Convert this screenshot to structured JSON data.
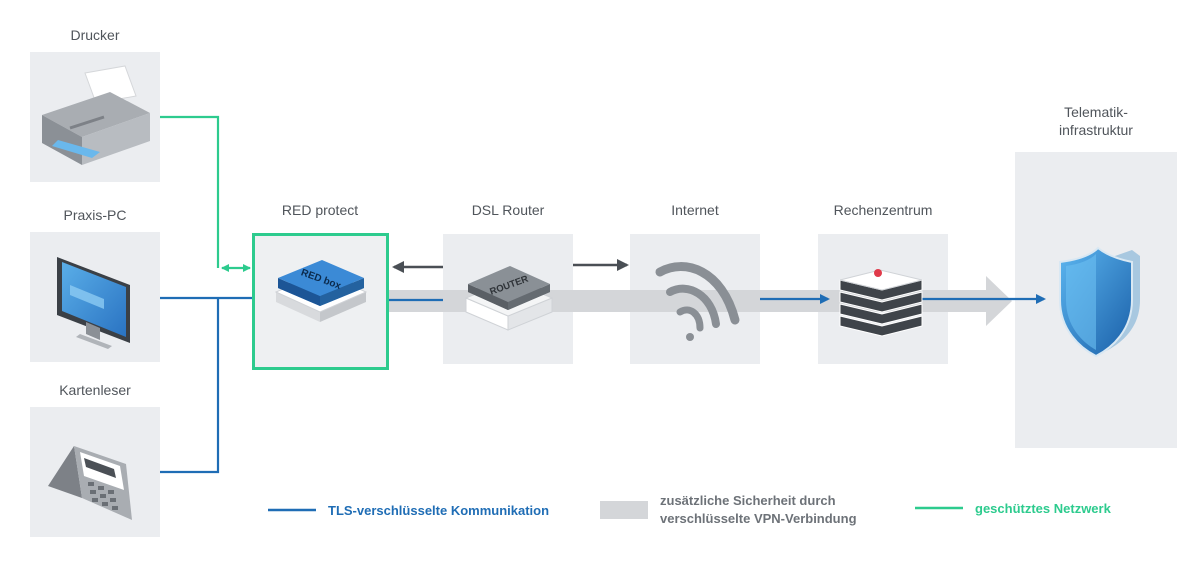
{
  "devices": {
    "printer": "Drucker",
    "pc": "Praxis-PC",
    "card_reader": "Kartenleser"
  },
  "chain": {
    "red_protect": "RED protect",
    "dsl_router": "DSL Router",
    "internet": "Internet",
    "datacenter": "Rechenzentrum",
    "telematik_line1": "Telematik-",
    "telematik_line2": "infrastruktur"
  },
  "device_text": {
    "red_box": "RED box",
    "router": "ROUTER"
  },
  "legend": {
    "tls": "TLS-verschlüsselte Kommunikation",
    "vpn_line1": "zusätzliche Sicherheit  durch",
    "vpn_line2": "verschlüsselte VPN-Verbindung",
    "protected": "geschütztes Netzwerk"
  },
  "colors": {
    "tls_blue": "#1f6db5",
    "protected_green": "#2dcb8e",
    "vpn_gray": "#d4d6d9",
    "tile_gray": "#ebedf0"
  }
}
